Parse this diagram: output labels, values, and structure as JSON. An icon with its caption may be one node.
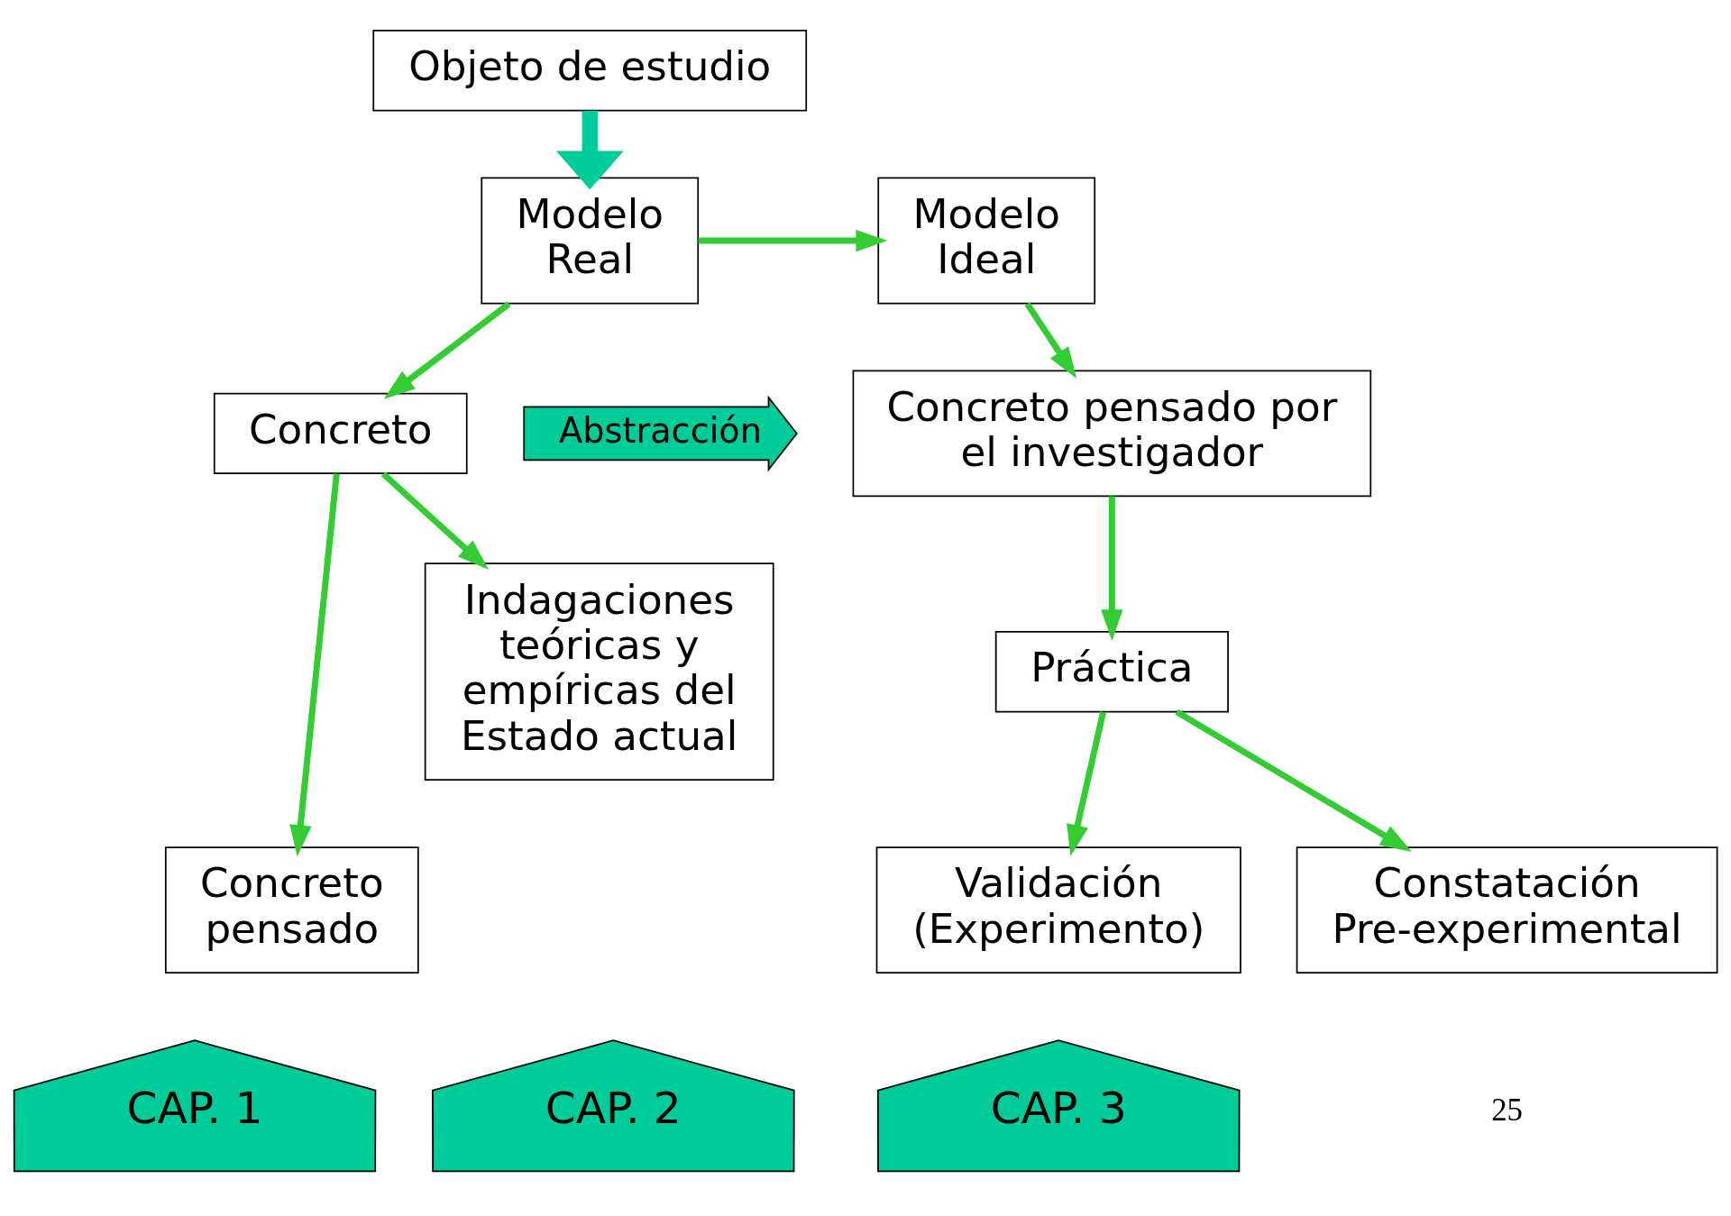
{
  "diagram": {
    "nodes": [
      {
        "text": [
          "Objeto de estudio"
        ]
      },
      {
        "text": [
          "Modelo Real"
        ]
      },
      {
        "text": [
          "Modelo Ideal"
        ]
      },
      {
        "text": [
          "Concreto"
        ]
      },
      {
        "text": [
          "Abstracción"
        ]
      },
      {
        "text": [
          "Concreto pensado por el investigador"
        ]
      },
      {
        "text": [
          "Práctica"
        ]
      },
      {
        "text": [
          "Concreto pensado"
        ]
      },
      {
        "text": [
          "Indagaciones teóricas y empíricas del Estado actual"
        ]
      },
      {
        "text": [
          "Validación (Experimento)"
        ]
      },
      {
        "text": [
          "Constatación Pre-experimental"
        ]
      },
      {
        "text": [
          "CAP. 1"
        ]
      },
      {
        "text": [
          "CAP. 2"
        ]
      },
      {
        "text": [
          "CAP. 3"
        ]
      }
    ],
    "edges": [
      {
        "from": 0,
        "to": 1,
        "arrow": "to",
        "style": "thick",
        "color": "#00cc99"
      },
      {
        "from": 1,
        "to": 2,
        "arrow": "to"
      },
      {
        "from": 2,
        "to": 5,
        "arrow": "to"
      },
      {
        "from": 1,
        "to": 3,
        "arrow": "to"
      },
      {
        "from": 3,
        "to": 7,
        "arrow": "to"
      },
      {
        "from": 3,
        "to": 8,
        "arrow": "to"
      },
      {
        "from": 5,
        "to": 6,
        "arrow": "to"
      },
      {
        "from": 6,
        "to": 9,
        "arrow": "to"
      },
      {
        "from": 6,
        "to": 10,
        "arrow": "to"
      }
    ],
    "labels": [
      "25"
    ]
  }
}
